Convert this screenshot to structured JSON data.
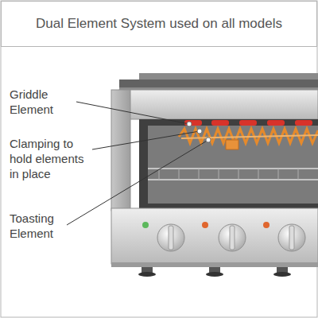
{
  "diagram": {
    "title": "Dual Element System used on all models",
    "labels": [
      "Griddle Element",
      "Clamping to hold elements in place",
      "Toasting Element"
    ]
  }
}
